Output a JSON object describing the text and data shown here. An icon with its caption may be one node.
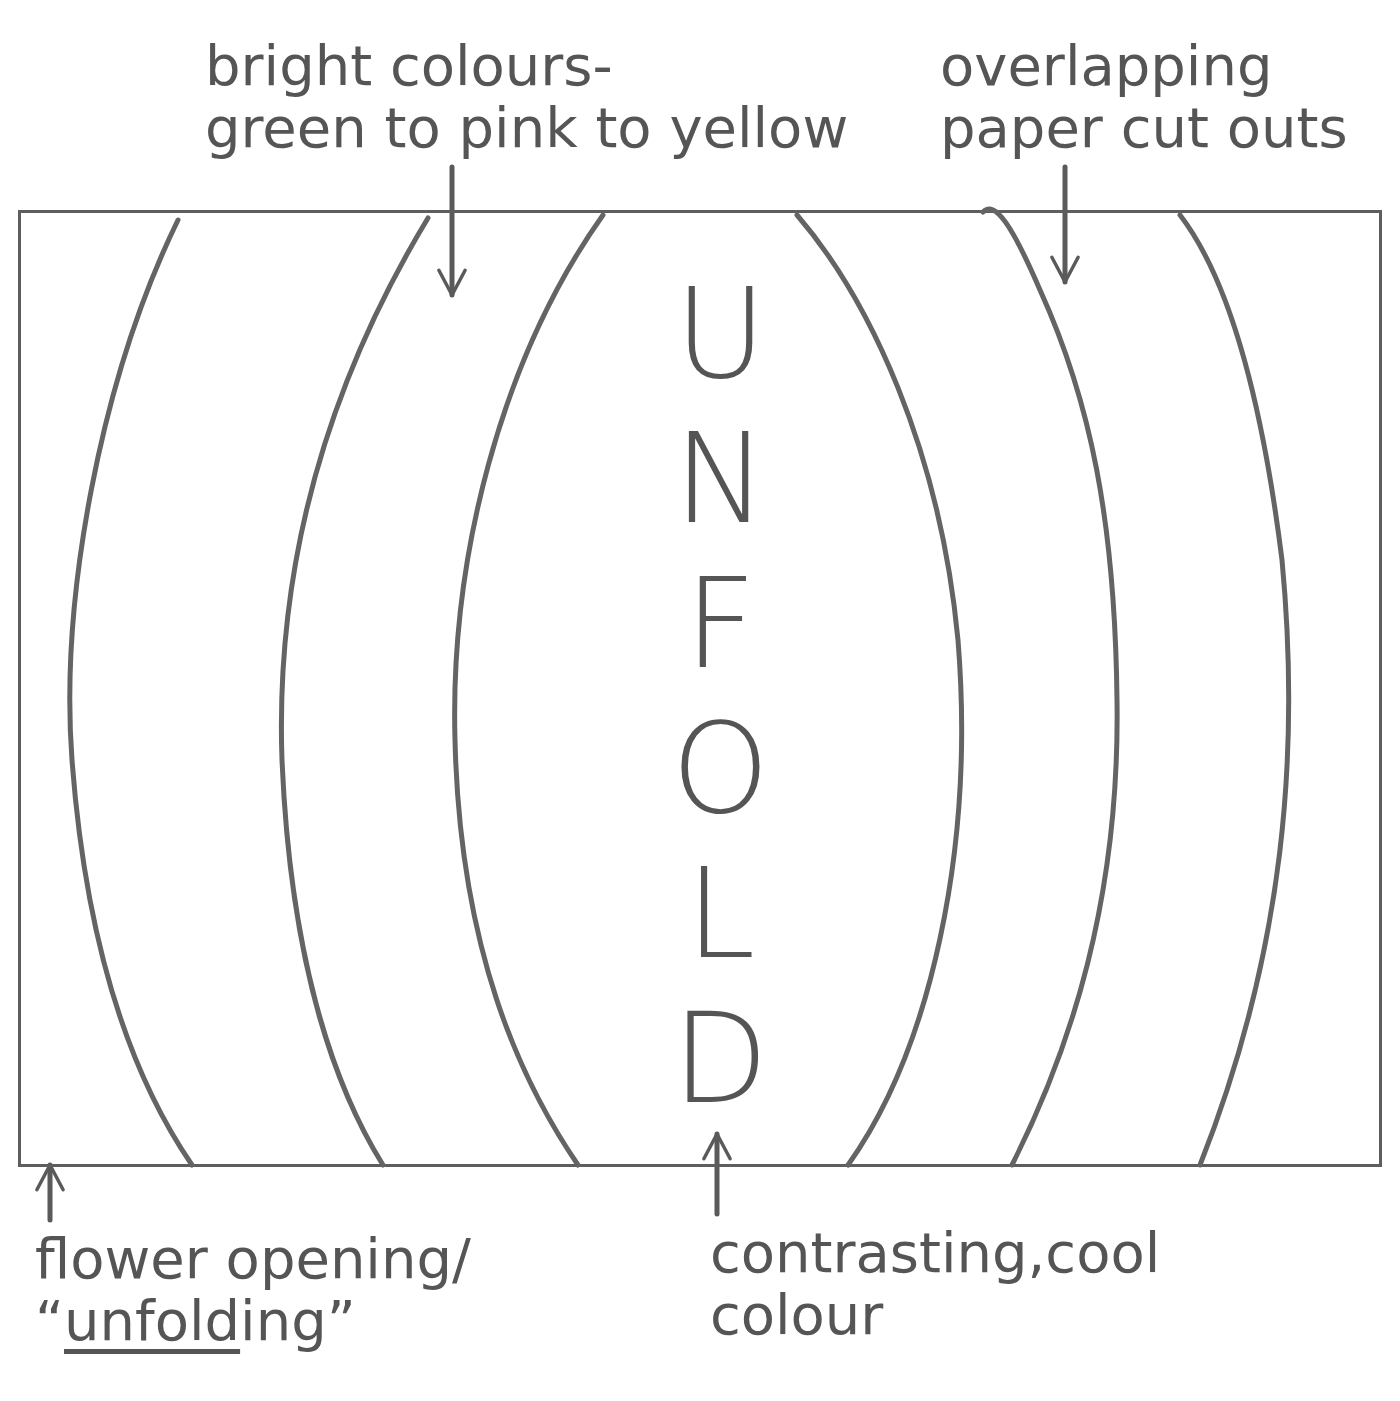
{
  "diagram": {
    "nodes": [
      {
        "text": [
          "bright colours- green to pink to yellow"
        ]
      },
      {
        "text": [
          "overlapping paper cut outs"
        ]
      },
      {
        "text": [],
        "shape": "box"
      },
      {
        "text": [
          "UNFOLD"
        ],
        "in": 2
      },
      {
        "text": [
          "flower opening/ “unfolding”"
        ]
      },
      {
        "text": [
          "contrasting,cool colour"
        ]
      }
    ],
    "edges": [
      {
        "from": 0,
        "to": null,
        "arrow": "to"
      },
      {
        "from": 1,
        "to": null,
        "arrow": "to"
      },
      {
        "from": 4,
        "to": 2,
        "arrow": "to"
      },
      {
        "from": 5,
        "to": 3,
        "arrow": "to"
      }
    ]
  }
}
